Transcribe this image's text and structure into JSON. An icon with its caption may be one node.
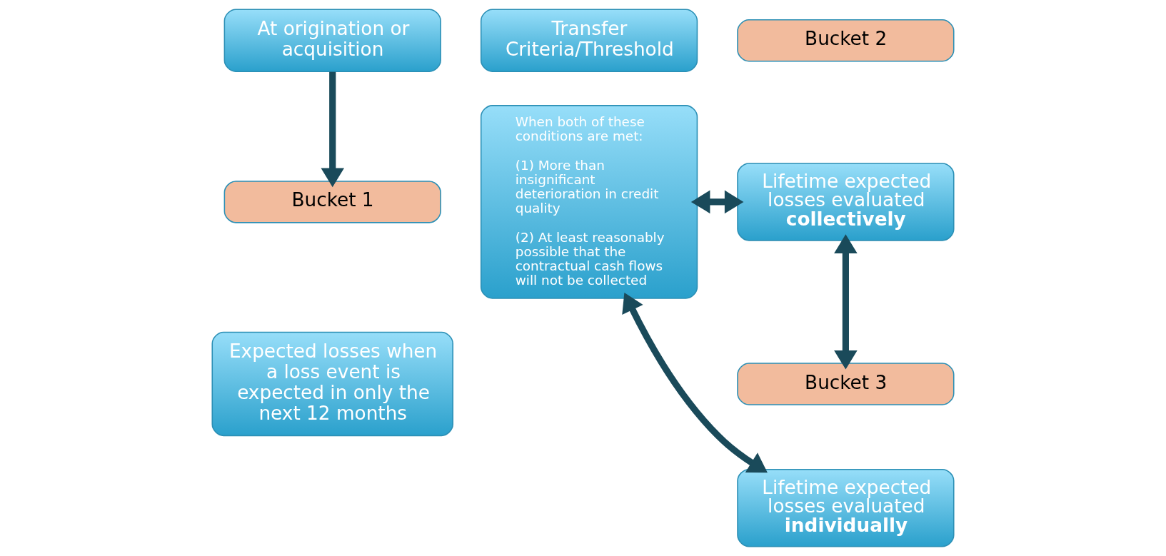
{
  "diagram": {
    "nodes": [
      {
        "text": [
          "At origination or acquisition"
        ]
      },
      {
        "text": [
          "Bucket 1"
        ]
      },
      {
        "text": [
          "Expected losses when a loss event is expected in only the next 12 months"
        ]
      },
      {
        "text": [
          "Transfer Criteria/Threshold"
        ]
      },
      {
        "text": [
          "When both of these conditions are met:",
          "(1) More than insignificant deterioration in credit quality",
          "(2) At least reasonably possible that the contractual cash flows will not be collected"
        ]
      },
      {
        "text": [
          "Bucket 2"
        ]
      },
      {
        "text": [
          "Lifetime expected losses evaluated **collectively**"
        ]
      },
      {
        "text": [
          "Bucket 3"
        ]
      },
      {
        "text": [
          "Lifetime expected losses evaluated **individually**"
        ]
      }
    ],
    "edges": [
      {
        "from": 0,
        "to": 1,
        "arrow": "to"
      },
      {
        "from": 4,
        "to": 6,
        "arrow": "both"
      },
      {
        "from": 6,
        "to": 7,
        "arrow": "both"
      },
      {
        "from": 4,
        "to": 8,
        "arrow": "both"
      }
    ]
  }
}
